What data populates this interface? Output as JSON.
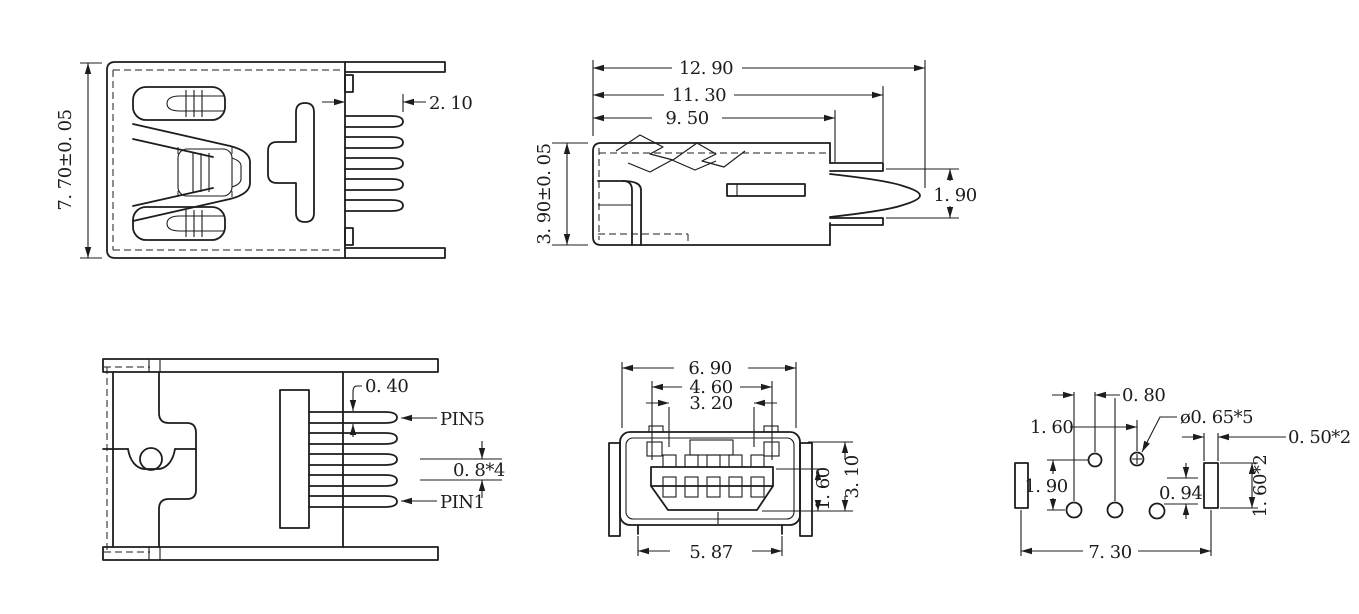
{
  "drawing": {
    "background": "#ffffff",
    "line_color": "#1d1d1d",
    "views": {
      "top": {
        "dim_height": "7. 70±0. 05",
        "dim_pin_length": "2. 10"
      },
      "side": {
        "dim_total_length": "12. 90",
        "dim_to_flange": "11. 30",
        "dim_body_length": "9. 50",
        "dim_height": "3. 90±0. 05",
        "dim_tip_height": "1. 90"
      },
      "bottom": {
        "dim_pin_width": "0. 40",
        "label_pin5": "PIN5",
        "dim_pin_pitch": "0. 8*4",
        "label_pin1": "PIN1"
      },
      "front": {
        "dim_shell_width": "6. 90",
        "dim_cavity_width": "4. 60",
        "dim_contact_span": "3. 20",
        "dim_tongue_height": "1. 60",
        "dim_cavity_height": "3. 10",
        "dim_bottom_width": "5. 87"
      },
      "footprint": {
        "dim_stagger": "0. 80",
        "dim_hole_pitch": "1. 60",
        "dim_hole_diameter": "ø0. 65*5",
        "dim_pad_width": "0. 50*2",
        "dim_row_spacing": "1. 90",
        "dim_offset": "0. 94",
        "dim_pad_height": "1. 60*2",
        "dim_pad_span": "7. 30"
      }
    }
  }
}
